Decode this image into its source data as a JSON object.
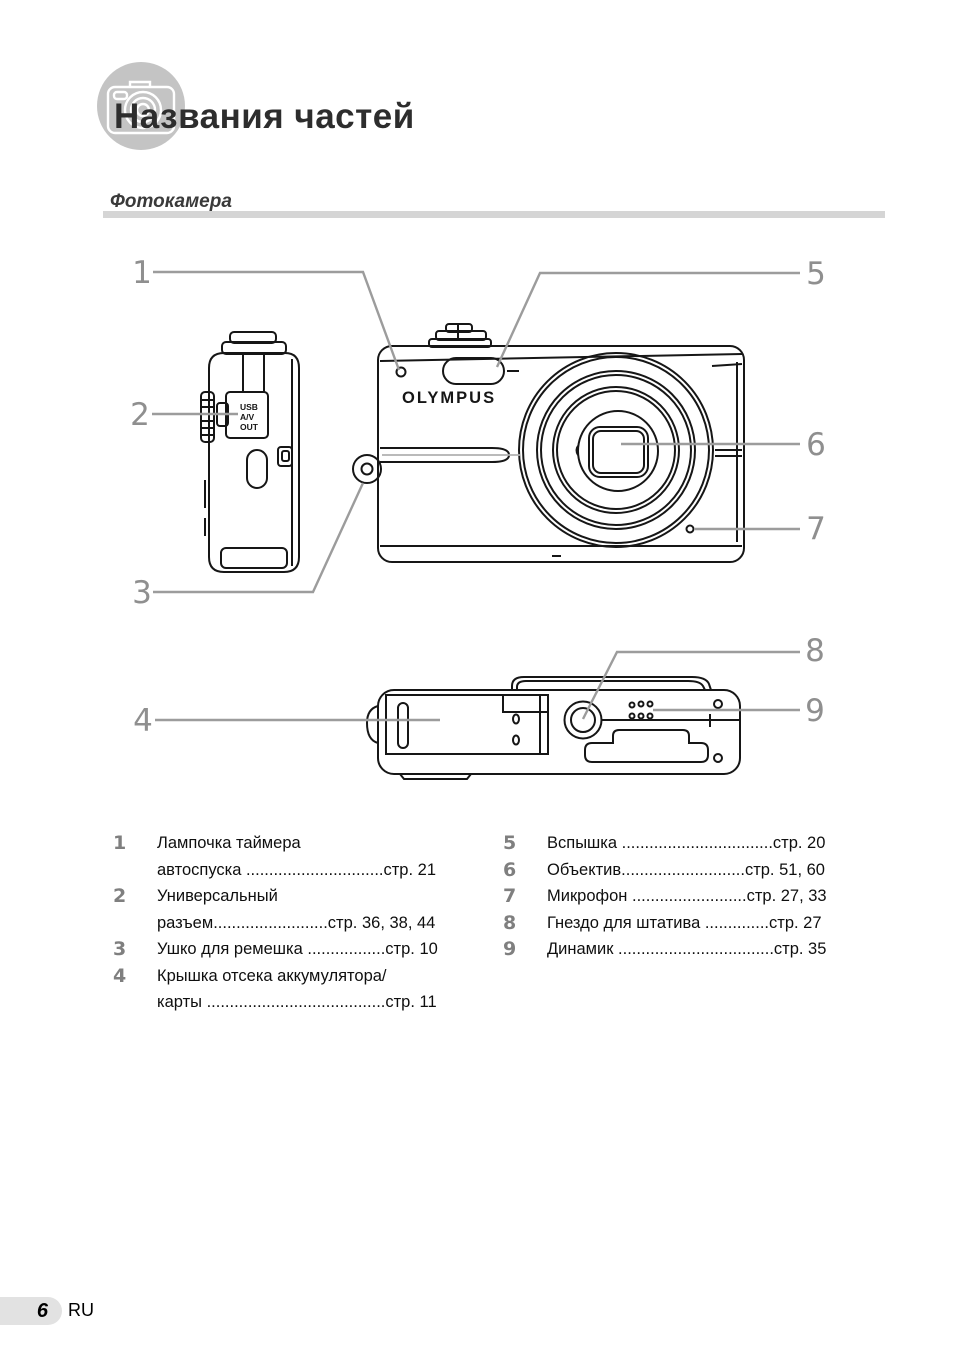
{
  "page": {
    "title": "Названия частей",
    "section": "Фотокамера",
    "footer": {
      "page_number": "6",
      "language": "RU"
    }
  },
  "diagram": {
    "brand": "OLYMPUS",
    "port_label": [
      "USB",
      "A/V",
      "OUT"
    ],
    "callouts": [
      "1",
      "2",
      "3",
      "4",
      "5",
      "6",
      "7",
      "8",
      "9"
    ]
  },
  "parts": {
    "left": [
      {
        "num": "1",
        "line1": "Лампочка таймера",
        "line2": "автоспуска ..............................стр. 21"
      },
      {
        "num": "2",
        "line1": "Универсальный",
        "line2": "разъем.........................стр. 36, 38, 44"
      },
      {
        "num": "3",
        "line1": "Ушко для ремешка .................стр. 10"
      },
      {
        "num": "4",
        "line1": "Крышка отсека аккумулятора/",
        "line2": "карты .......................................стр. 11"
      }
    ],
    "right": [
      {
        "num": "5",
        "line1": "Вспышка .................................стр. 20"
      },
      {
        "num": "6",
        "line1": "Объектив...........................стр. 51, 60"
      },
      {
        "num": "7",
        "line1": "Микрофон .........................стр. 27, 33"
      },
      {
        "num": "8",
        "line1": "Гнездо для штатива ..............стр. 27"
      },
      {
        "num": "9",
        "line1": "Динамик ..................................стр. 35"
      }
    ]
  }
}
